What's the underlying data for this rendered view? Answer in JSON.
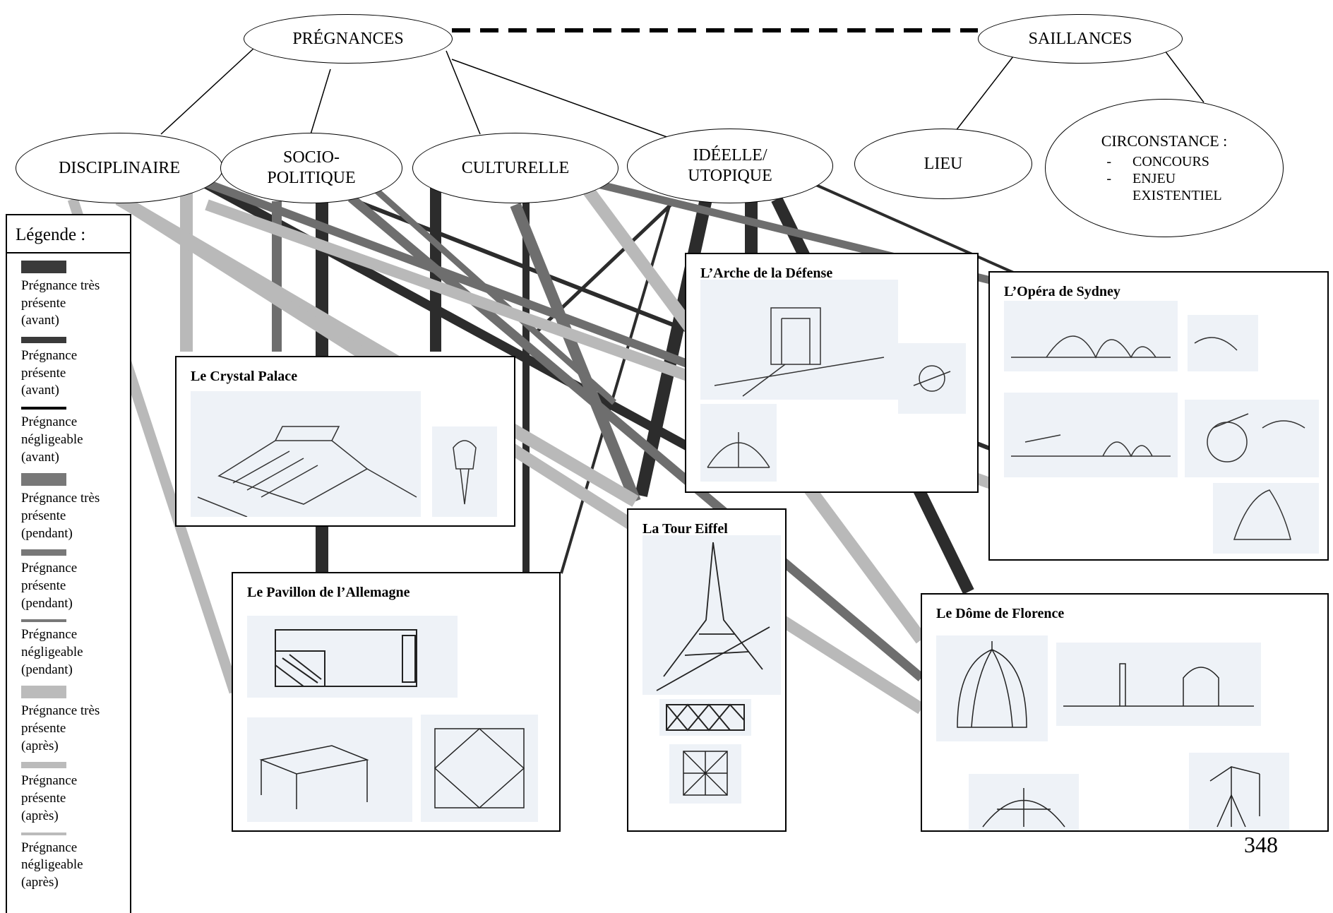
{
  "nodes": {
    "pregnances": "PRÉGNANCES",
    "saillances": "SAILLANCES",
    "disciplinaire": "DISCIPLINAIRE",
    "socio": "SOCIO-\nPOLITIQUE",
    "culturelle": "CULTURELLE",
    "ideelle": "IDÉELLE/\nUTOPIQUE",
    "lieu": "LIEU",
    "circonstance": {
      "title": "CIRCONSTANCE :",
      "items": [
        {
          "dash": "-",
          "text": "CONCOURS"
        },
        {
          "dash": "-",
          "text": "ENJEU\nEXISTENTIEL"
        }
      ]
    }
  },
  "legend": {
    "title": "Légende :",
    "items": [
      {
        "label": "Prégnance très\nprésente\n(avant)",
        "color": "#3a3a3a"
      },
      {
        "label": "Prégnance\nprésente\n(avant)",
        "color": "#3a3a3a"
      },
      {
        "label": "Prégnance\nnégligeable\n(avant)",
        "color": "#000000"
      },
      {
        "label": "Prégnance très\nprésente\n(pendant)",
        "color": "#787878"
      },
      {
        "label": "Prégnance\nprésente\n(pendant)",
        "color": "#787878"
      },
      {
        "label": "Prégnance\nnégligeable\n(pendant)",
        "color": "#787878"
      },
      {
        "label": "Prégnance très\nprésente\n(après)",
        "color": "#bbbbbb"
      },
      {
        "label": "Prégnance\nprésente\n(après)",
        "color": "#bbbbbb"
      },
      {
        "label": "Prégnance\nnégligeable\n(après)",
        "color": "#bbbbbb"
      }
    ]
  },
  "cards": {
    "crystal": "Le Crystal Palace",
    "arche": "L’Arche de la Défense",
    "opera": "L’Opéra de Sydney",
    "pavillon": "Le Pavillon de l’Allemagne",
    "eiffel": "La Tour Eiffel",
    "dome": "Le Dôme de Florence"
  },
  "page_number": "348"
}
